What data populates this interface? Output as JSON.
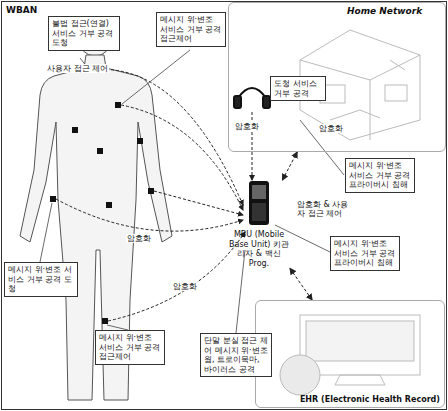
{
  "diagram": {
    "nodes": [
      {
        "text": [
          "WBAN"
        ]
      },
      {
        "text": [
          "Home Network"
        ],
        "in": 0
      },
      {
        "text": [
          "EHR (Electronic Health Record)"
        ],
        "in": 0
      },
      {
        "text": [
          "불법 접근(연결) 서비스 거부 공격 도청"
        ],
        "in": 0
      },
      {
        "text": [
          "메시지 위·변조 서비스 거부 공격 접근제어"
        ],
        "in": 0
      },
      {
        "text": [
          "도청 서비스 거부 공격"
        ],
        "in": 0
      },
      {
        "text": [
          "메시지 위·변조 서비스 거부 공격 프라이버시 침해"
        ],
        "in": 0
      },
      {
        "text": [
          "메시지 위·변조 서비스 거부 공격 도청"
        ],
        "in": 0
      },
      {
        "text": [
          "MBU (Mobile Base Unit) 키관리자 & 백신 Prog."
        ],
        "in": 0
      },
      {
        "text": [
          "메시지 위·변조 서비스 거부 공격 프라이버시 침해"
        ],
        "in": 0
      },
      {
        "text": [
          "메시지 위·변조 서비스 거부 공격 접근제어"
        ],
        "in": 0
      },
      {
        "text": [
          "단말 분실 접근 제어 메시지 위·변조 웜, 트로이목마, 바이러스 공격"
        ],
        "in": 0
      }
    ],
    "edges": [
      {
        "from": 8,
        "to": 1,
        "arrow": "both"
      },
      {
        "from": 8,
        "to": 2,
        "arrow": "both"
      }
    ],
    "labels": [
      "사용자 접근 제어",
      "암호화",
      "암호화",
      "암호화",
      "암호화",
      "암호화 & 사용자 접근 제어"
    ]
  }
}
